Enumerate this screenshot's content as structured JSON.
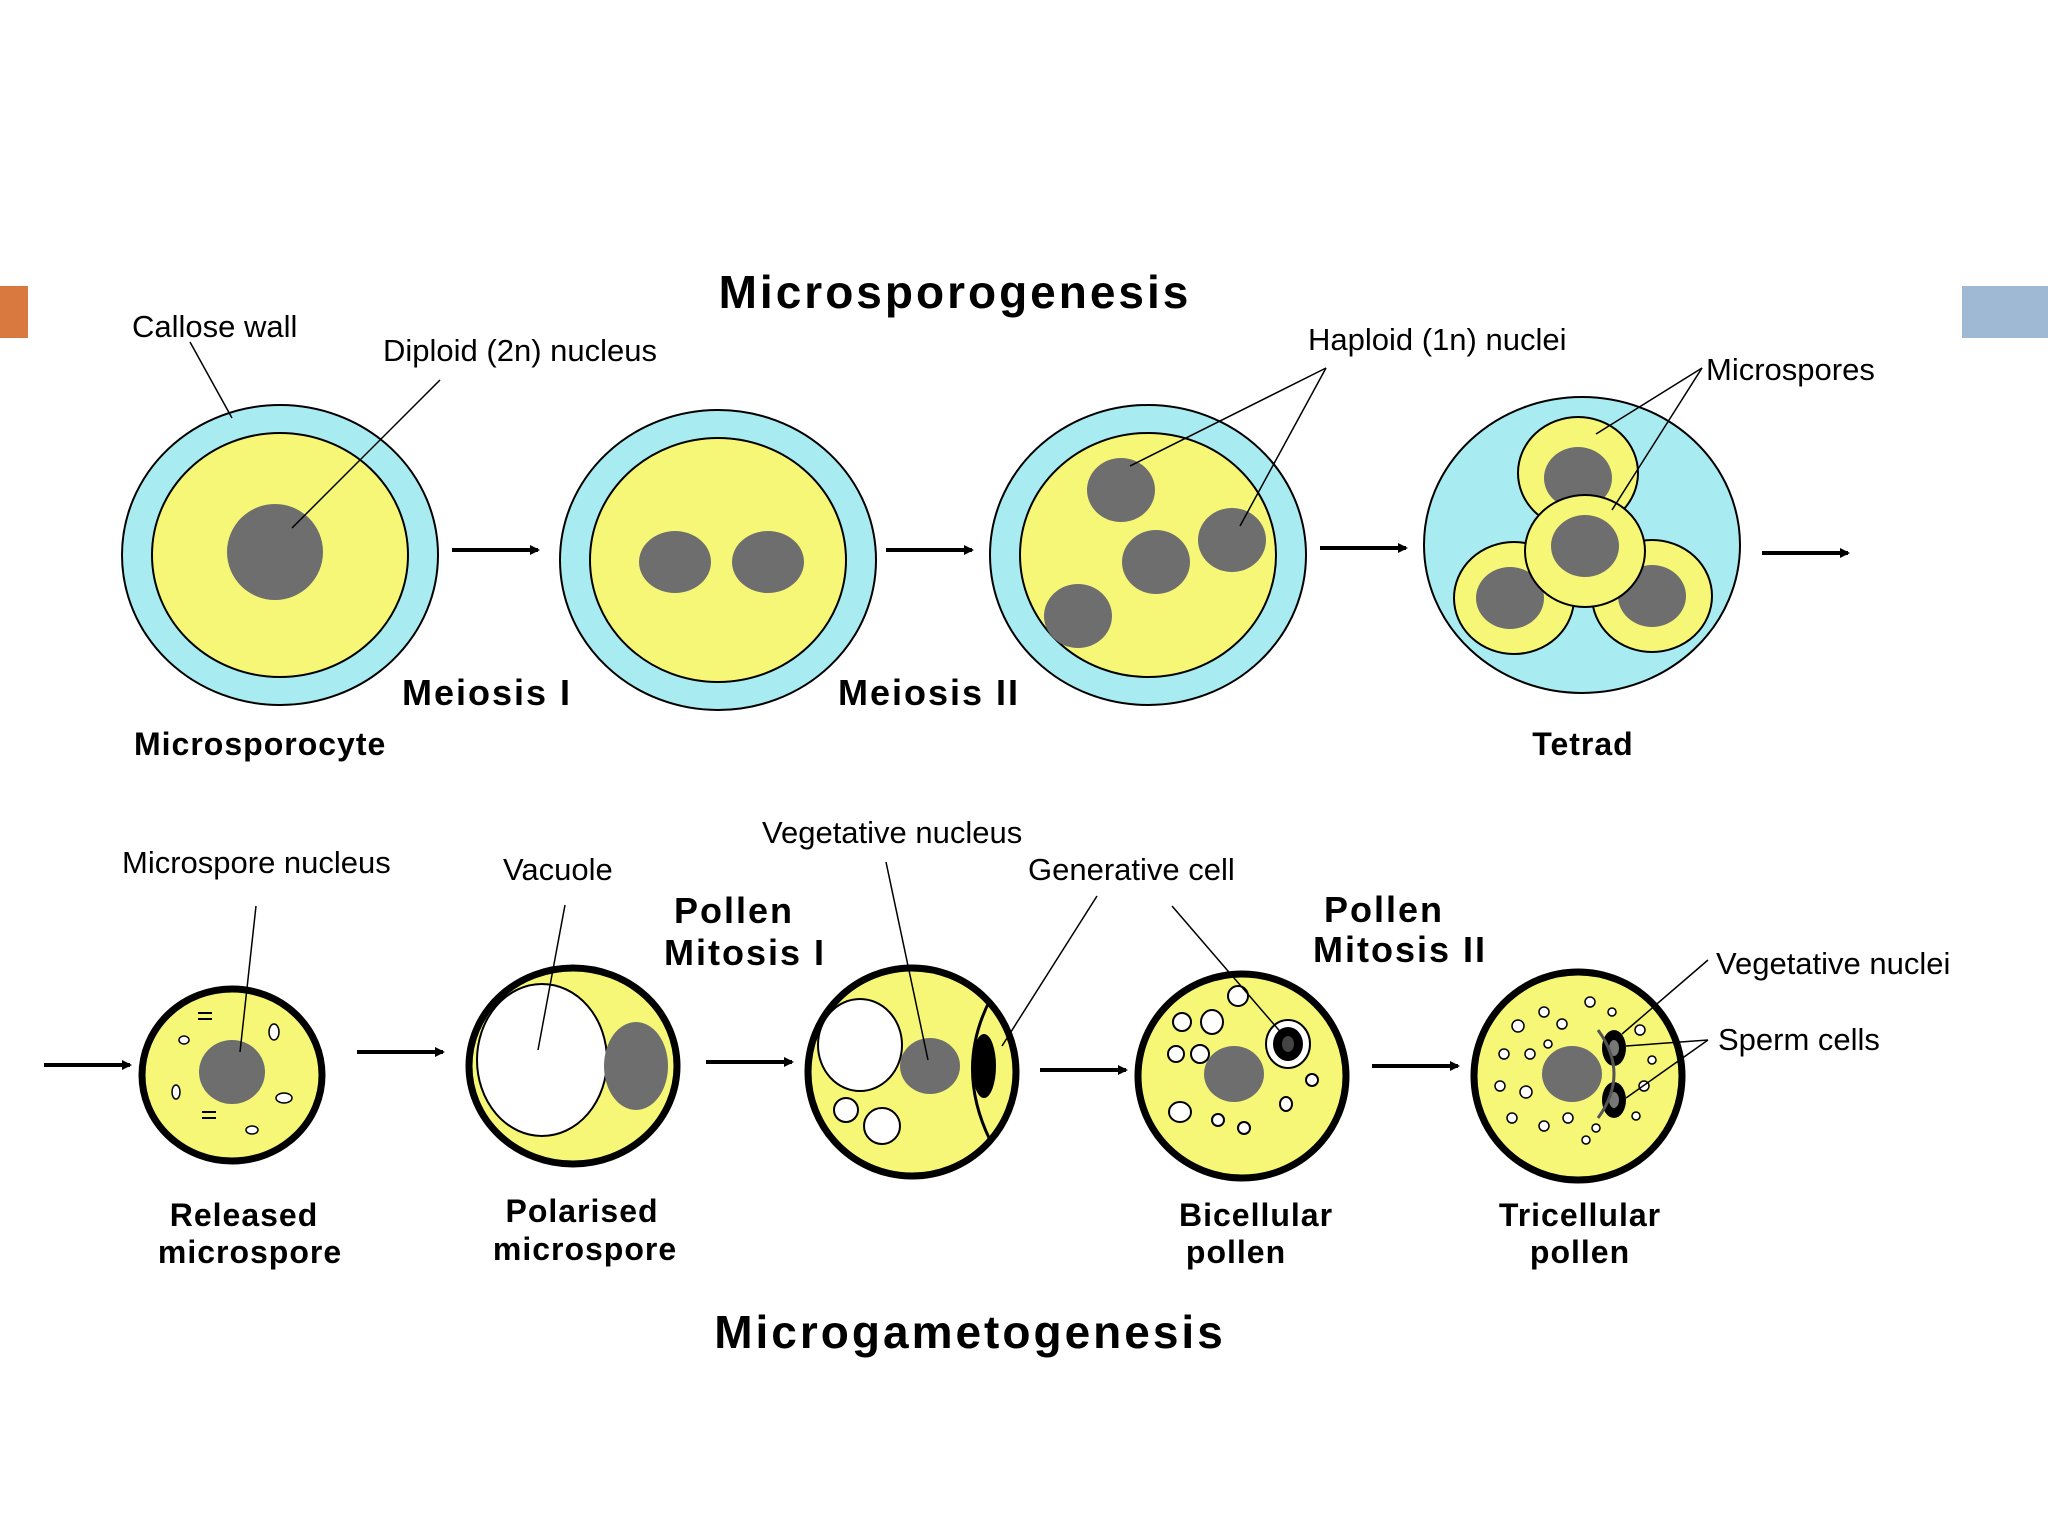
{
  "diagram": {
    "title_top": "Microsporogenesis",
    "title_bottom": "Microgametogenesis",
    "labels": {
      "callose_wall": "Callose wall",
      "diploid_nucleus": "Diploid (2n) nucleus",
      "haploid_nuclei": "Haploid (1n) nuclei",
      "microspores": "Microspores",
      "meiosis_1": "Meiosis I",
      "meiosis_2": "Meiosis II",
      "microsporocyte": "Microsporocyte",
      "tetrad": "Tetrad",
      "microspore_nucleus": "Microspore nucleus",
      "vacuole": "Vacuole",
      "vegetative_nucleus": "Vegetative nucleus",
      "generative_cell": "Generative cell",
      "pollen_mitosis_1_line1": "Pollen",
      "pollen_mitosis_1_line2": "Mitosis I",
      "pollen_mitosis_2_line1": "Pollen",
      "pollen_mitosis_2_line2": "Mitosis II",
      "vegetative_nuclei": "Vegetative nuclei",
      "sperm_cells": "Sperm cells",
      "released_line1": "Released",
      "released_line2": "microspore",
      "polarised_line1": "Polarised",
      "polarised_line2": "microspore",
      "bicellular_line1": "Bicellular",
      "bicellular_line2": "pollen",
      "tricellular_line1": "Tricellular",
      "tricellular_line2": "pollen"
    },
    "colors": {
      "callose": "#a8ecf2",
      "cytoplasm": "#f7f777",
      "nucleus": "#6e6e6e",
      "wall": "#000000",
      "accent_orange": "#d9783f",
      "accent_blue": "#9fb9d4"
    }
  }
}
